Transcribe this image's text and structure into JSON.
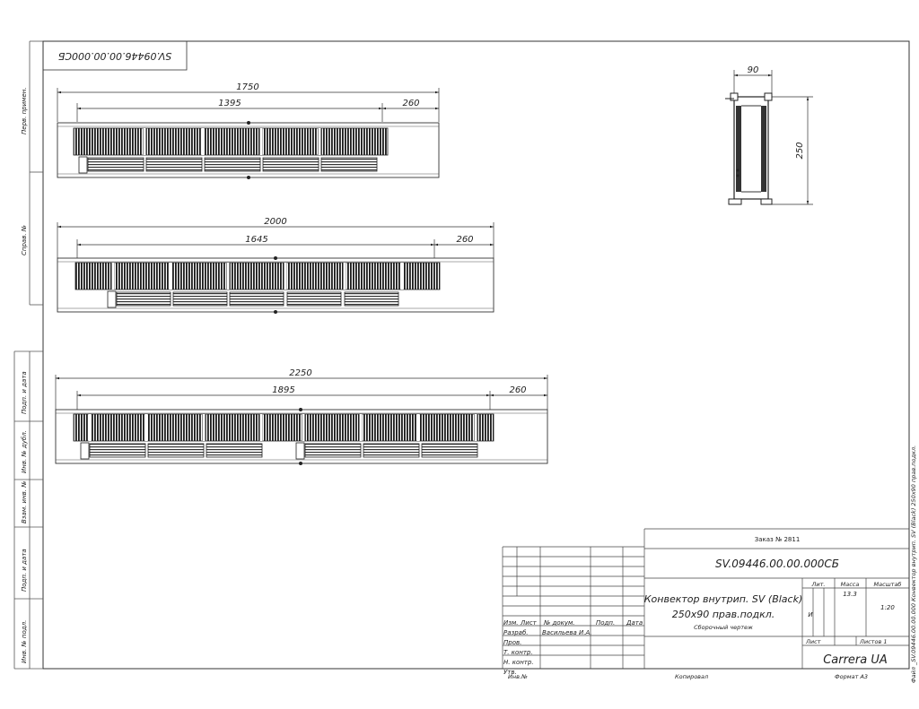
{
  "corner_code": "SV.09446.00.00.000CБ",
  "units": [
    {
      "total": "1750",
      "inner": "1395",
      "offset": "260"
    },
    {
      "total": "2000",
      "inner": "1645",
      "offset": "260"
    },
    {
      "total": "2250",
      "inner": "1895",
      "offset": "260"
    }
  ],
  "side_view": {
    "width": "90",
    "height": "250"
  },
  "left_margin_labels": [
    "Перв. примен.",
    "Справ. №",
    "Подп. и дата",
    "Инв. № дубл.",
    "Взам. инв. №",
    "Подп. и дата",
    "Инв. № подл."
  ],
  "title_block": {
    "order": "Заказ № 2811",
    "designation": "SV.09446.00.00.000СБ",
    "product_name_line1": "Конвектор внутрип. SV (Black)",
    "product_name_line2": "250х90 прав.подкл.",
    "doc_type": "Сборочный чертеж",
    "col_izm": "Изм.",
    "col_list": "Лист",
    "col_doc": "№ докум.",
    "col_sign": "Подп.",
    "col_date": "Дата",
    "razrab_label": "Разраб.",
    "razrab_name": "Васильева И.А.",
    "prov_label": "Пров.",
    "tkontr_label": "Т. контр.",
    "nkontr_label": "Н. контр.",
    "utv_label": "Утв.",
    "lit_label": "Лит.",
    "massa_label": "Масса",
    "masshtab_label": "Масштаб",
    "lit_value": "И",
    "massa_value": "13.3",
    "masshtab_value": "1:20",
    "list_label": "Лист",
    "listov_label": "Листов 1",
    "company": "Carrera UA",
    "kopiroval": "Копировал",
    "format": "Формат А3",
    "invent": "Инв.№",
    "file_note": "Файл _SV.09446.00.00.000 Конвектор внутрип. SV (Black) 250х90 прав.подкл."
  }
}
